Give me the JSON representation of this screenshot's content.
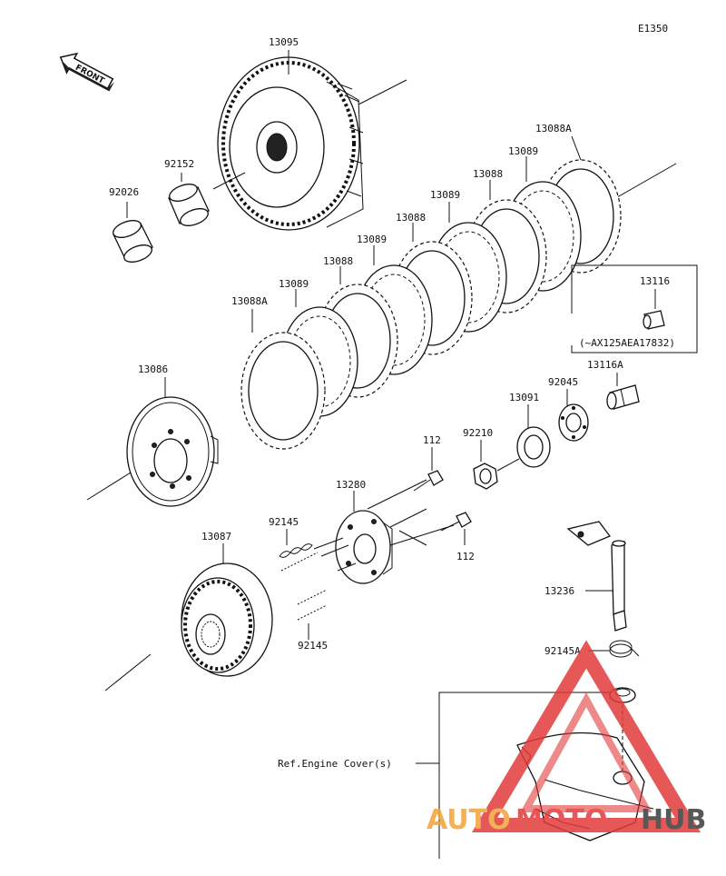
{
  "diagram_code": "E1350",
  "front_label": "FRONT",
  "parts": {
    "clutch_housing": "13095",
    "collar": "92152",
    "bearing_sleeve": "92026",
    "friction_plate_a_top": "13088A",
    "steel_plate_1": "13089",
    "friction_plate_1": "13088",
    "steel_plate_2": "13089",
    "friction_plate_2": "13088",
    "steel_plate_3": "13089",
    "friction_plate_3": "13088",
    "steel_plate_4": "13089",
    "friction_plate_a_bottom": "13088A",
    "pressure_plate": "13086",
    "clutch_hub": "13087",
    "spring_plate": "13280",
    "spring_top": "92145",
    "spring_bottom": "92145",
    "bolt_top": "112",
    "bolt_bottom": "112",
    "nut": "92210",
    "holder": "13091",
    "bearing": "92045",
    "pusher_a": "13116A",
    "pusher": "13116",
    "pusher_note": "(~AX125AEA17832)",
    "release_shaft": "13236",
    "return_spring": "92145A",
    "engine_cover_ref": "Ref.Engine Cover(s)"
  },
  "watermark": {
    "text_auto": "AUTO",
    "text_moto": "MOTO",
    "text_hub": "HUB",
    "color_red": "#e23a3a",
    "color_orange": "#f2a43a",
    "color_dark": "#3b3b3b"
  }
}
